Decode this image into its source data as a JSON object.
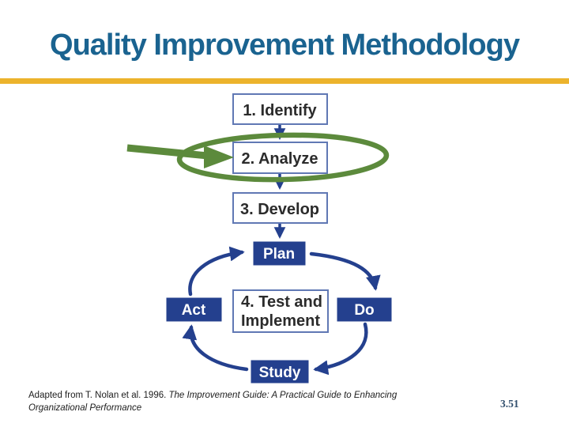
{
  "slide": {
    "title": "Quality Improvement Methodology",
    "page_number": "3.51"
  },
  "footer": {
    "attribution_regular": "Adapted from T. Nolan et al. 1996. ",
    "citation_italic_line1": "The Improvement Guide: A Practical Guide to Enhancing",
    "citation_italic_line2": "Organizational Performance"
  },
  "diagram": {
    "step1": "1. Identify",
    "step2": "2. Analyze",
    "step3": "3. Develop",
    "center_line1": "4. Test and",
    "center_line2": "Implement",
    "plan": "Plan",
    "do": "Do",
    "study": "Study",
    "act": "Act"
  },
  "highlight": {
    "type": "hand-drawn ellipse with arrow",
    "highlighted_step": "2. Analyze",
    "color": "#5c8a3c"
  },
  "colors": {
    "title": "#1a6390",
    "divider_gold": "#ecb32c",
    "diagram_navy": "#24408e",
    "outline_box_border": "#6078b4",
    "box_text": "#2b2b2b",
    "page_number": "#33506e"
  }
}
